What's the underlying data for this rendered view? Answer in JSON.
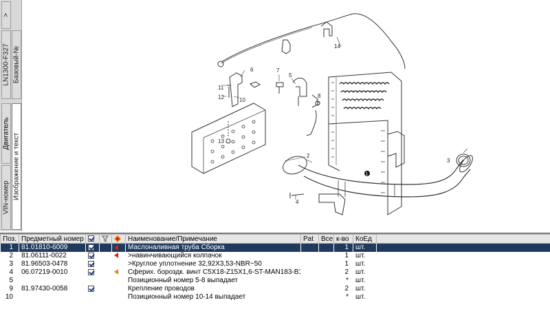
{
  "tabs": {
    "arrow": ">",
    "lnum": "LN1300-F327",
    "base": "Базовый-№",
    "engine": "Двигатель",
    "vin": "VIN-номер",
    "image": "Изображение и текст"
  },
  "callouts": [
    "1",
    "2",
    "3",
    "4",
    "5",
    "6",
    "7",
    "8",
    "10",
    "11",
    "12",
    "13",
    "14"
  ],
  "table": {
    "headers": {
      "pos": "Поз.",
      "part": "Предметный номер",
      "name": "Наименование/Примечание",
      "pat": "Pat",
      "all": "Все",
      "qty": "к-во",
      "unit": "КоЕд"
    },
    "rows": [
      {
        "pos": "1",
        "part": "81.01810-6009",
        "checked": true,
        "marker": "red",
        "name": "Маслоналивная труба Сборка",
        "qty": "1",
        "unit": "шт.",
        "selected": true
      },
      {
        "pos": "2",
        "part": "81.06111-0022",
        "checked": true,
        "marker": "red",
        "name": ">навинчивающийся колпачок",
        "qty": "1",
        "unit": "шт.",
        "selected": false
      },
      {
        "pos": "3",
        "part": "81.96503-0478",
        "checked": true,
        "marker": "",
        "name": ">Круглое уплотнение 32,92X3,53-NBR−50",
        "qty": "1",
        "unit": "шт.",
        "selected": false
      },
      {
        "pos": "4",
        "part": "06.07219-0010",
        "checked": true,
        "marker": "multi",
        "name": "Сфериx. бороздк. винт С5X18-Z15X1,6-ST-MAN183-B1",
        "qty": "2",
        "unit": "шт.",
        "selected": false
      },
      {
        "pos": "5",
        "part": "",
        "checked": false,
        "marker": "",
        "name": "Позиционный номер 5-8 выпадает",
        "qty": "*",
        "unit": "шт.",
        "selected": false
      },
      {
        "pos": "9",
        "part": "81.97430-0058",
        "checked": true,
        "marker": "",
        "name": "Крепление проводов",
        "qty": "2",
        "unit": "шт.",
        "selected": false
      },
      {
        "pos": "10",
        "part": "",
        "checked": false,
        "marker": "",
        "name": "Позиционный номер 10-14 выпадает",
        "qty": "*",
        "unit": "шт.",
        "selected": false
      }
    ]
  }
}
